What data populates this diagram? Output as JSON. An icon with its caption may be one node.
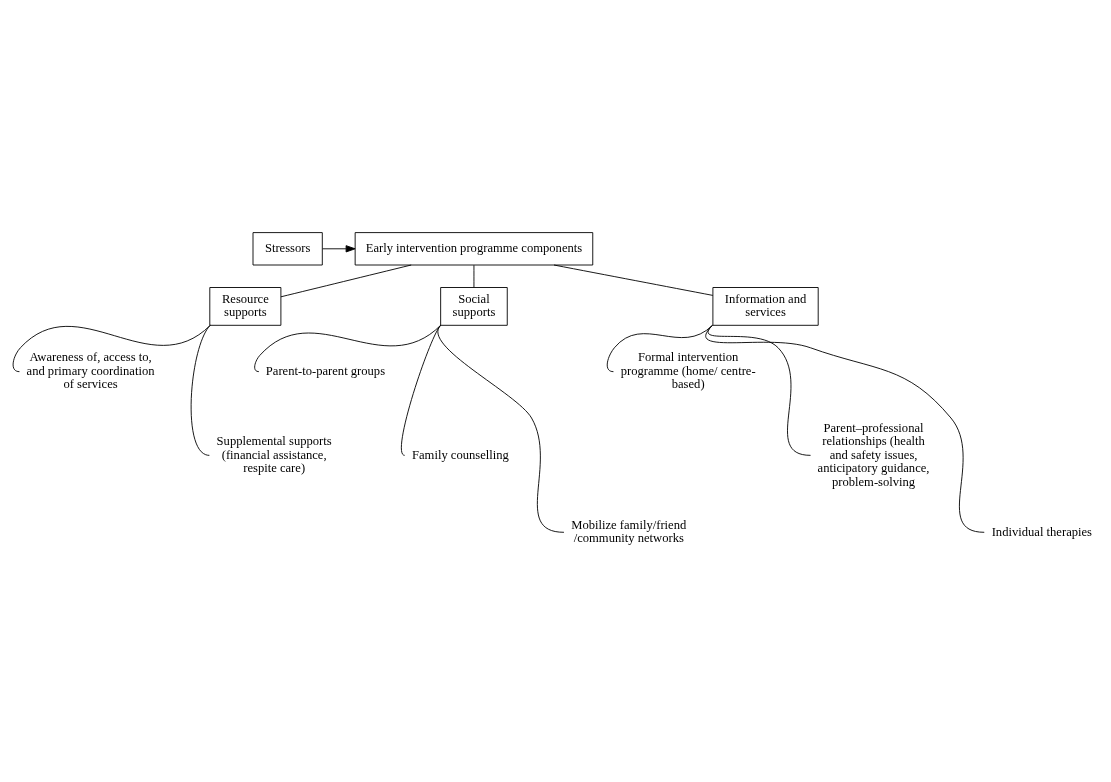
{
  "diagram": {
    "nodes": [
      {
        "text": [
          "Stressors"
        ]
      },
      {
        "text": [
          "Early intervention programme components"
        ]
      },
      {
        "text": [
          "Resource supports"
        ]
      },
      {
        "text": [
          "Social supports"
        ]
      },
      {
        "text": [
          "Information and services"
        ]
      },
      {
        "text": [
          "Awareness of, access to, and primary coordination of services"
        ]
      },
      {
        "text": [
          "Supplemental supports (financial assistance, respite care)"
        ]
      },
      {
        "text": [
          "Parent-to-parent groups"
        ]
      },
      {
        "text": [
          "Family counselling"
        ]
      },
      {
        "text": [
          "Mobilize family/friend /community networks"
        ]
      },
      {
        "text": [
          "Formal intervention programme (home/ centre-based)"
        ]
      },
      {
        "text": [
          "Parent–professional relationships (health and safety issues, anticipatory guidance, problem-solving"
        ]
      },
      {
        "text": [
          "Individual therapies"
        ]
      }
    ],
    "edges": [
      {
        "from": 0,
        "to": 1,
        "arrow": "to"
      },
      {
        "from": 1,
        "to": 2,
        "arrow": "none"
      },
      {
        "from": 1,
        "to": 3,
        "arrow": "none"
      },
      {
        "from": 1,
        "to": 4,
        "arrow": "none"
      },
      {
        "from": 2,
        "to": 5,
        "arrow": "none"
      },
      {
        "from": 2,
        "to": 6,
        "arrow": "none"
      },
      {
        "from": 3,
        "to": 7,
        "arrow": "none"
      },
      {
        "from": 3,
        "to": 8,
        "arrow": "none"
      },
      {
        "from": 3,
        "to": 9,
        "arrow": "none"
      },
      {
        "from": 4,
        "to": 10,
        "arrow": "none"
      },
      {
        "from": 4,
        "to": 11,
        "arrow": "none"
      },
      {
        "from": 4,
        "to": 12,
        "arrow": "none"
      }
    ]
  }
}
